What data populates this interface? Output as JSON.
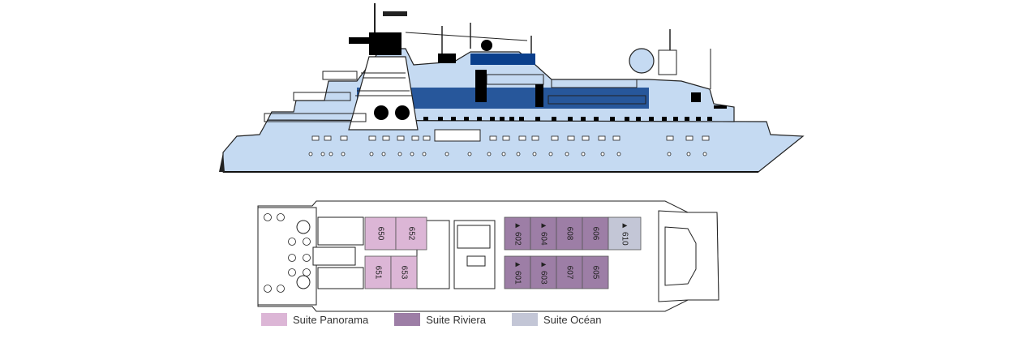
{
  "colors": {
    "hull": "#c5daf2",
    "hull_dark": "#0a3f8c",
    "panorama": "#dcb6d6",
    "riviera": "#9d7ea6",
    "ocean": "#c3c6d6",
    "outline": "#222222"
  },
  "cabins": {
    "top_row": [
      {
        "number": "650",
        "category": "panorama"
      },
      {
        "number": "652",
        "category": "panorama"
      },
      {
        "number": "602",
        "category": "riviera",
        "marker": "▲"
      },
      {
        "number": "604",
        "category": "riviera",
        "marker": "▲"
      },
      {
        "number": "608",
        "category": "riviera"
      },
      {
        "number": "606",
        "category": "riviera"
      },
      {
        "number": "610",
        "category": "ocean",
        "marker": "▲"
      }
    ],
    "bottom_row": [
      {
        "number": "651",
        "category": "panorama"
      },
      {
        "number": "653",
        "category": "panorama"
      },
      {
        "number": "601",
        "category": "riviera",
        "marker": "▲"
      },
      {
        "number": "603",
        "category": "riviera",
        "marker": "▲"
      },
      {
        "number": "607",
        "category": "riviera"
      },
      {
        "number": "605",
        "category": "riviera"
      }
    ]
  },
  "legend": [
    {
      "label": "Suite Panorama",
      "color": "#dcb6d6"
    },
    {
      "label": "Suite Riviera",
      "color": "#9d7ea6"
    },
    {
      "label": "Suite Océan",
      "color": "#c3c6d6"
    }
  ]
}
